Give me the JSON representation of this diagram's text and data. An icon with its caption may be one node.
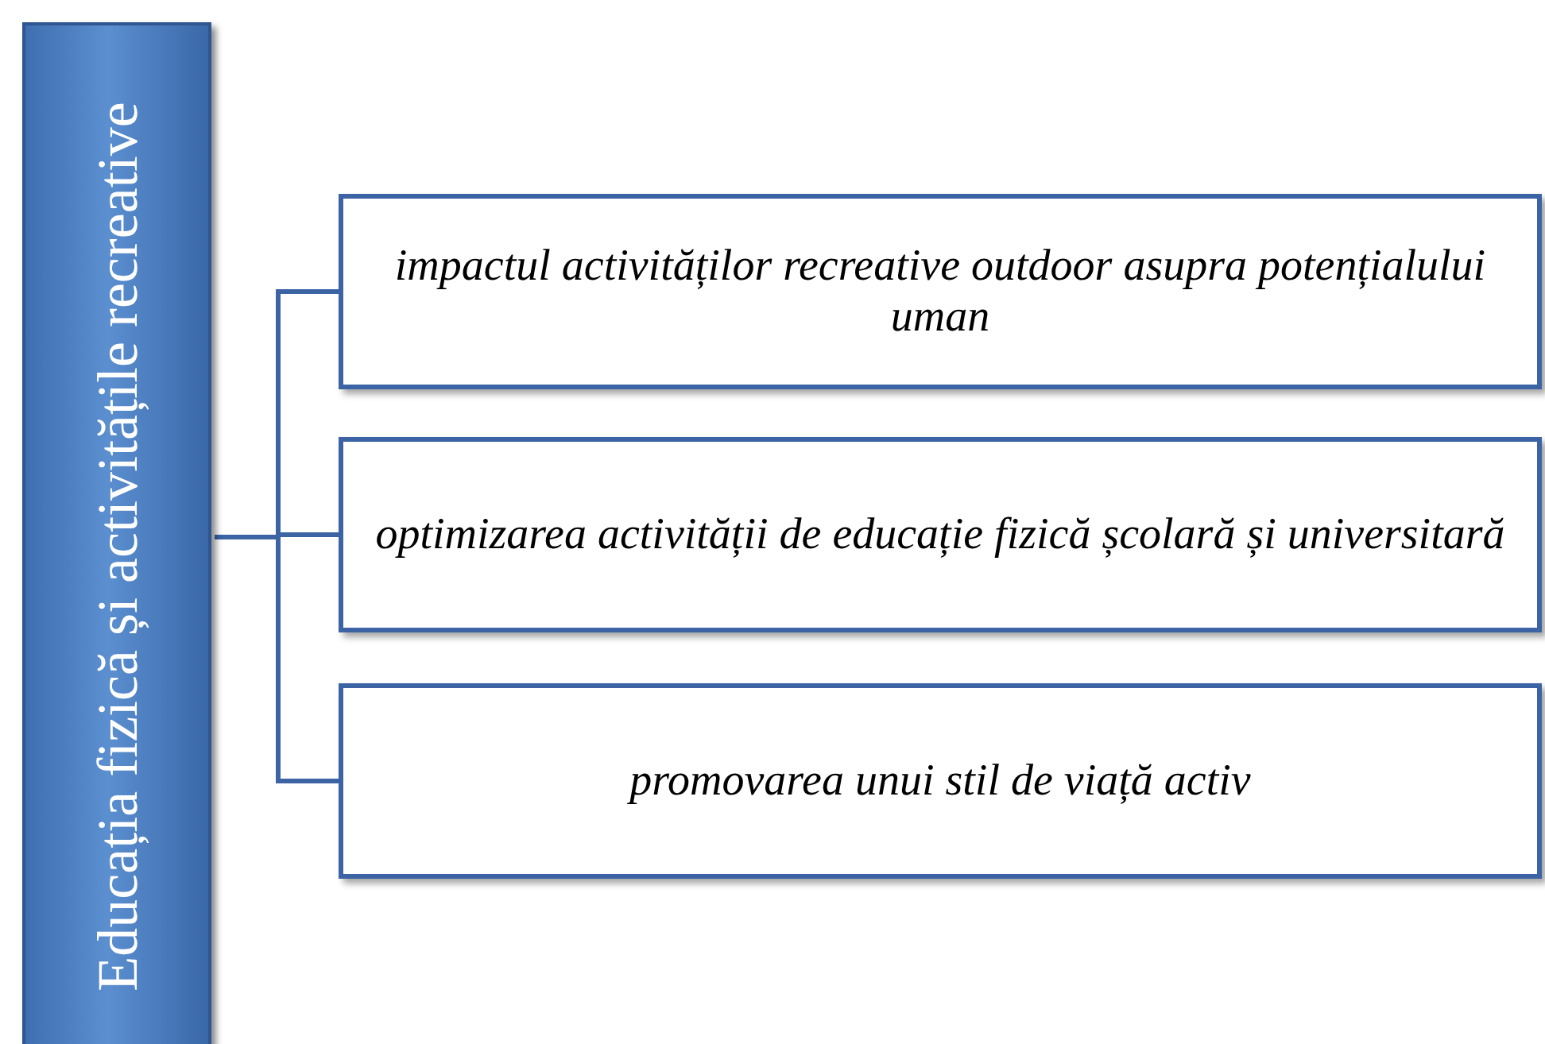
{
  "diagram": {
    "nodes": [
      {
        "text": [
          "Educația fizică și activitățile recreative"
        ]
      },
      {
        "text": [
          "impactul activităților recreative outdoor asupra potențialului uman"
        ]
      },
      {
        "text": [
          "optimizarea activității de educație fizică școlară și universitară"
        ]
      },
      {
        "text": [
          "promovarea unui stil de viață activ"
        ]
      }
    ],
    "edges": [
      {
        "from": 0,
        "to": 1,
        "arrow": "none"
      },
      {
        "from": 0,
        "to": 2,
        "arrow": "none"
      },
      {
        "from": 0,
        "to": 3,
        "arrow": "none"
      }
    ]
  }
}
